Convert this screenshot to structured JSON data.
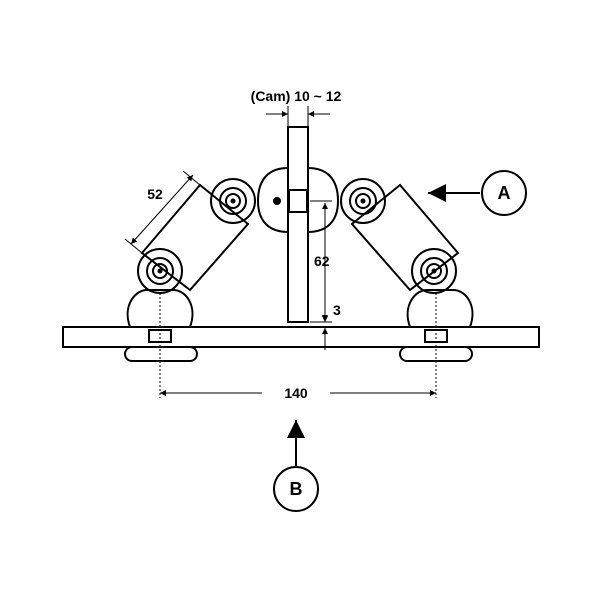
{
  "dimensions": {
    "cam_gap": "(Cam) 10 ~ 12",
    "arm_length": "52",
    "height": "62",
    "offset": "3",
    "span": "140"
  },
  "callouts": {
    "a": "A",
    "b": "B"
  },
  "colors": {
    "line": "#000000",
    "background": "#ffffff"
  }
}
